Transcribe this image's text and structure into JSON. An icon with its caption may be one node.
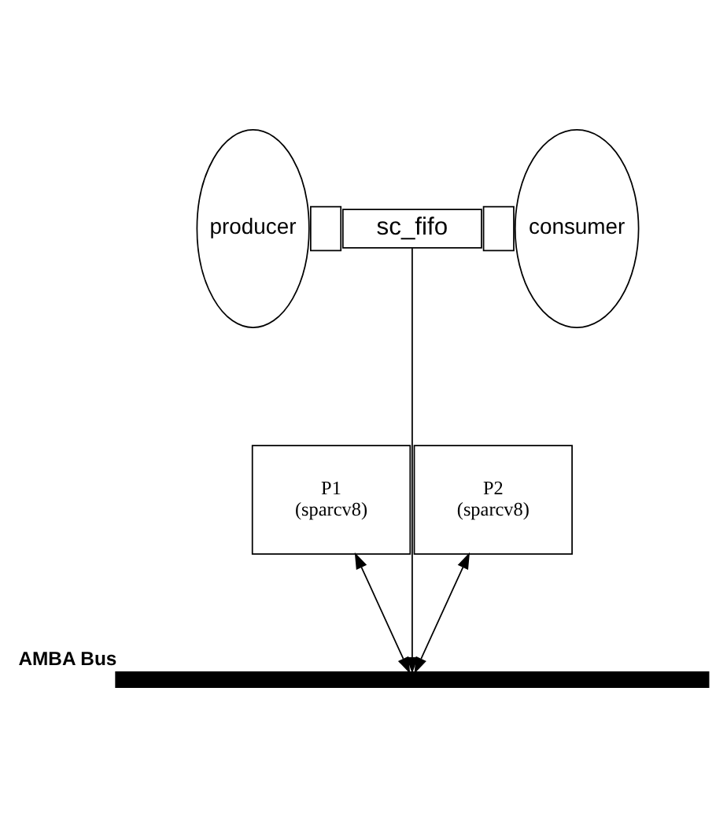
{
  "diagram": {
    "nodes": [
      {
        "text": [
          "producer"
        ]
      },
      {
        "text": [],
        "shape": "box"
      },
      {
        "text": [
          "sc_fifo"
        ]
      },
      {
        "text": [],
        "shape": "box"
      },
      {
        "text": [
          "consumer"
        ]
      },
      {
        "text": [
          "P1",
          "(sparcv8)"
        ]
      },
      {
        "text": [
          "P2",
          "(sparcv8)"
        ]
      },
      {
        "text": [],
        "shape": "bar",
        "beside": [
          "AMBA Bus"
        ]
      }
    ],
    "edges": [
      {
        "from": 2,
        "to": 7,
        "arrow": "to"
      },
      {
        "from": 5,
        "to": 7,
        "arrow": "both"
      },
      {
        "from": 6,
        "to": 7,
        "arrow": "both"
      }
    ]
  }
}
